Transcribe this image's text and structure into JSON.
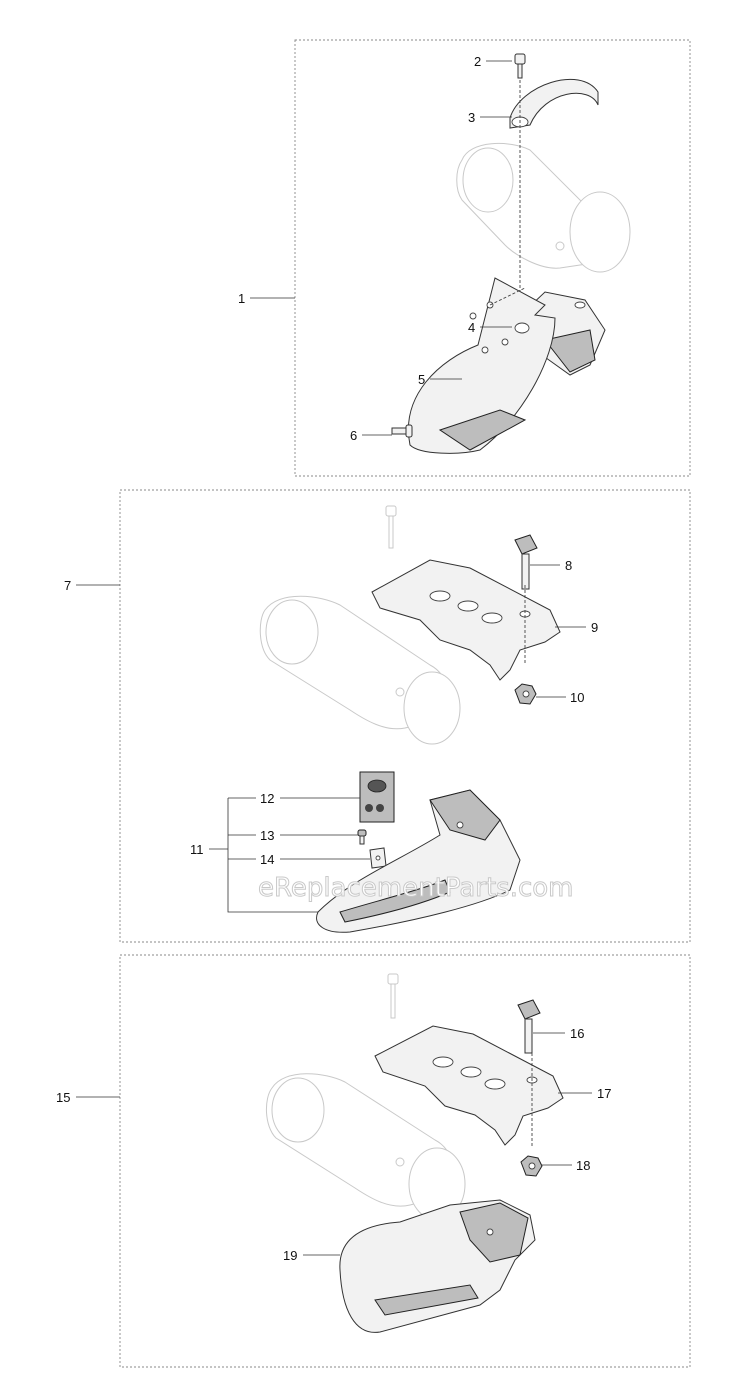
{
  "callouts": {
    "c1": "1",
    "c2": "2",
    "c3": "3",
    "c4": "4",
    "c5": "5",
    "c6": "6",
    "c7": "7",
    "c8": "8",
    "c9": "9",
    "c10": "10",
    "c11": "11",
    "c12": "12",
    "c13": "13",
    "c14": "14",
    "c15": "15",
    "c16": "16",
    "c17": "17",
    "c18": "18",
    "c19": "19"
  },
  "watermark": "eReplacementParts.com"
}
